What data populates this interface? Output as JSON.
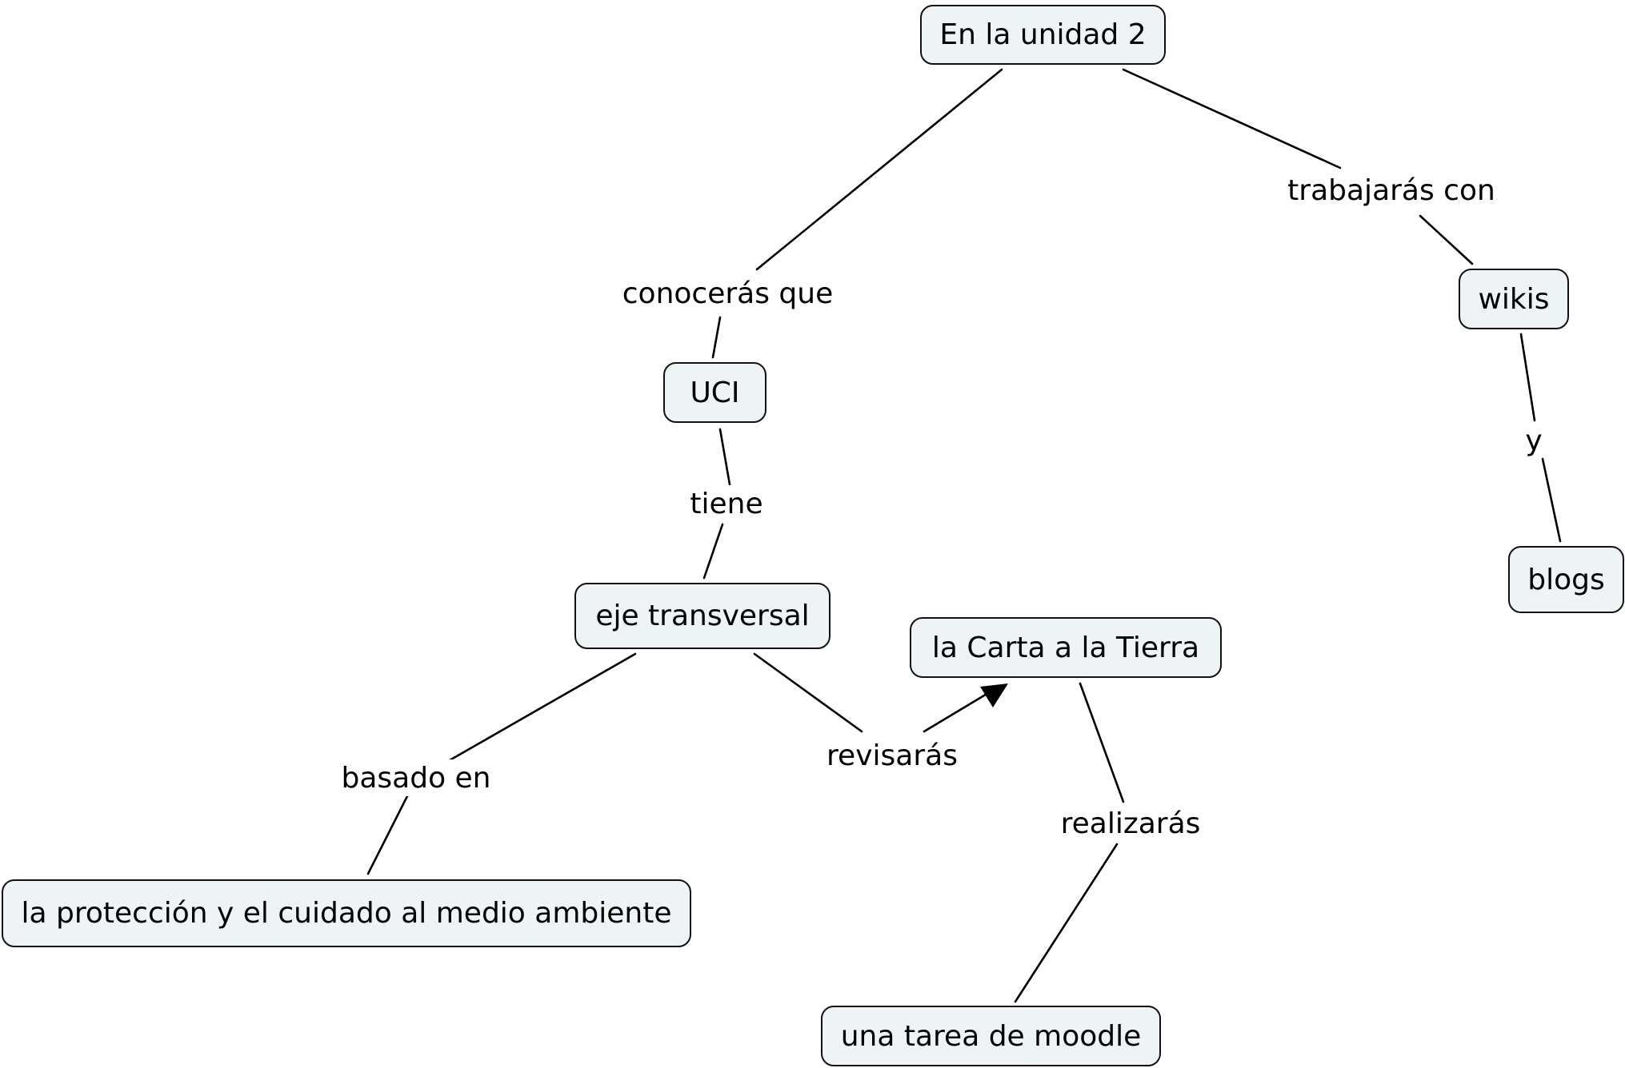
{
  "concept_map": {
    "nodes": {
      "unidad": "En la unidad 2",
      "uci": "UCI",
      "eje": "eje transversal",
      "proteccion": "la protección y el cuidado al medio ambiente",
      "carta": "la Carta a la Tierra",
      "tarea": "una tarea de moodle",
      "wikis": "wikis",
      "blogs": "blogs"
    },
    "links": {
      "conoceras": "conocerás que",
      "tiene": "tiene",
      "basado": "basado en",
      "revisaras": "revisarás",
      "realizaras": "realizarás",
      "trabajaras": "trabajarás con",
      "y": "y"
    },
    "edges": [
      {
        "from": "unidad",
        "via": "conoceras",
        "to": "uci",
        "arrow": false
      },
      {
        "from": "uci",
        "via": "tiene",
        "to": "eje",
        "arrow": false
      },
      {
        "from": "eje",
        "via": "basado",
        "to": "proteccion",
        "arrow": false
      },
      {
        "from": "eje",
        "via": "revisaras",
        "to": "carta",
        "arrow": true
      },
      {
        "from": "carta",
        "via": "realizaras",
        "to": "tarea",
        "arrow": false
      },
      {
        "from": "unidad",
        "via": "trabajaras",
        "to": "wikis",
        "arrow": false
      },
      {
        "from": "wikis",
        "via": "y",
        "to": "blogs",
        "arrow": false
      }
    ]
  }
}
